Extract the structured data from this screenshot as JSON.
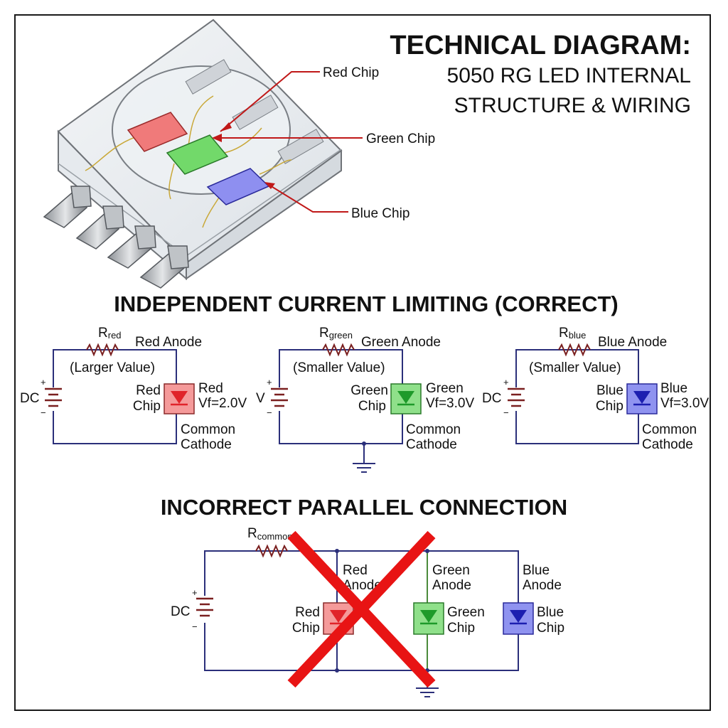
{
  "title": "TECHNICAL DIAGRAM:",
  "subtitle_line1": "5050 RG LED INTERNAL",
  "subtitle_line2": "STRUCTURE & WIRING",
  "package": {
    "callouts": {
      "red": "Red Chip",
      "green": "Green Chip",
      "blue": "Blue Chip"
    }
  },
  "section_correct": "INDEPENDENT CURRENT LIMITING (CORRECT)",
  "circuits": [
    {
      "source_label": "DC",
      "resistor_R": "R",
      "resistor_sub": "red",
      "anode_label": "Red Anode",
      "resistor_note": "(Larger Value)",
      "chip_label_1": "Red",
      "chip_label_2": "Chip",
      "vf_label_1": "Red",
      "vf_label_2": "Vf=2.0V",
      "cathode_1": "Common",
      "cathode_2": "Cathode",
      "color": "#e0242a",
      "fill": "#f59a9a"
    },
    {
      "source_label": "V",
      "resistor_R": "R",
      "resistor_sub": "green",
      "anode_label": "Green Anode",
      "resistor_note": "(Smaller Value)",
      "chip_label_1": "Green",
      "chip_label_2": "Chip",
      "vf_label_1": "Green",
      "vf_label_2": "Vf=3.0V",
      "cathode_1": "Common",
      "cathode_2": "Cathode",
      "color": "#1e9a2a",
      "fill": "#8fe08a"
    },
    {
      "source_label": "DC",
      "resistor_R": "R",
      "resistor_sub": "blue",
      "anode_label": "Blue Anode",
      "resistor_note": "(Smaller Value)",
      "chip_label_1": "Blue",
      "chip_label_2": "Chip",
      "vf_label_1": "Blue",
      "vf_label_2": "Vf=3.0V",
      "cathode_1": "Common",
      "cathode_2": "Cathode",
      "color": "#1c1fb0",
      "fill": "#8f93f0"
    }
  ],
  "section_incorrect": "INCORRECT PARALLEL CONNECTION",
  "parallel": {
    "source_label": "DC",
    "resistor_R": "R",
    "resistor_sub": "common",
    "red_anode_1": "Red",
    "red_anode_2": "Anode",
    "green_anode_1": "Green",
    "green_anode_2": "Anode",
    "blue_anode_1": "Blue",
    "blue_anode_2": "Anode",
    "red_chip_1": "Red",
    "red_chip_2": "Chip",
    "green_chip_1": "Green",
    "green_chip_2": "Chip",
    "blue_chip_1": "Blue",
    "blue_chip_2": "Chip"
  },
  "colors": {
    "accent_red": "#d81818",
    "wire": "#2b2f7a"
  }
}
